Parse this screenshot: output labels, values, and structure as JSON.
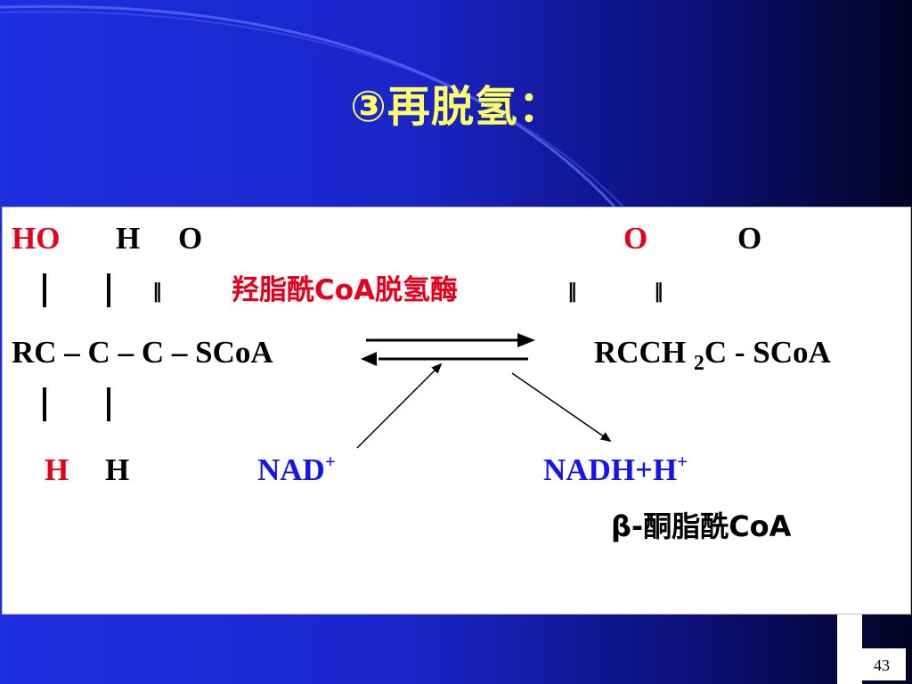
{
  "slide": {
    "title": "③再脱氢：",
    "page_number": "43"
  },
  "reaction": {
    "substrate": {
      "top_ho": "HO",
      "top_h": "H",
      "top_o": "O",
      "double_bond": "‖",
      "chain": "RC – C – C – SCoA",
      "bottom_h_red": "H",
      "bottom_h": "H"
    },
    "enzyme": "羟脂酰CoA脱氢酶",
    "product": {
      "top_o_red": "O",
      "top_o": "O",
      "double_bond": "‖",
      "chain_part1": "RCCH ",
      "chain_sub": "2",
      "chain_part2": "C - SCoA",
      "name": "β-酮脂酰CoA"
    },
    "cofactor_in": {
      "base": "NAD",
      "sup": "+"
    },
    "cofactor_out": {
      "base": "NADH+H",
      "sup": "+"
    }
  },
  "colors": {
    "red": "#e8001a",
    "blue": "#1414ee",
    "title": "#ffff66"
  }
}
